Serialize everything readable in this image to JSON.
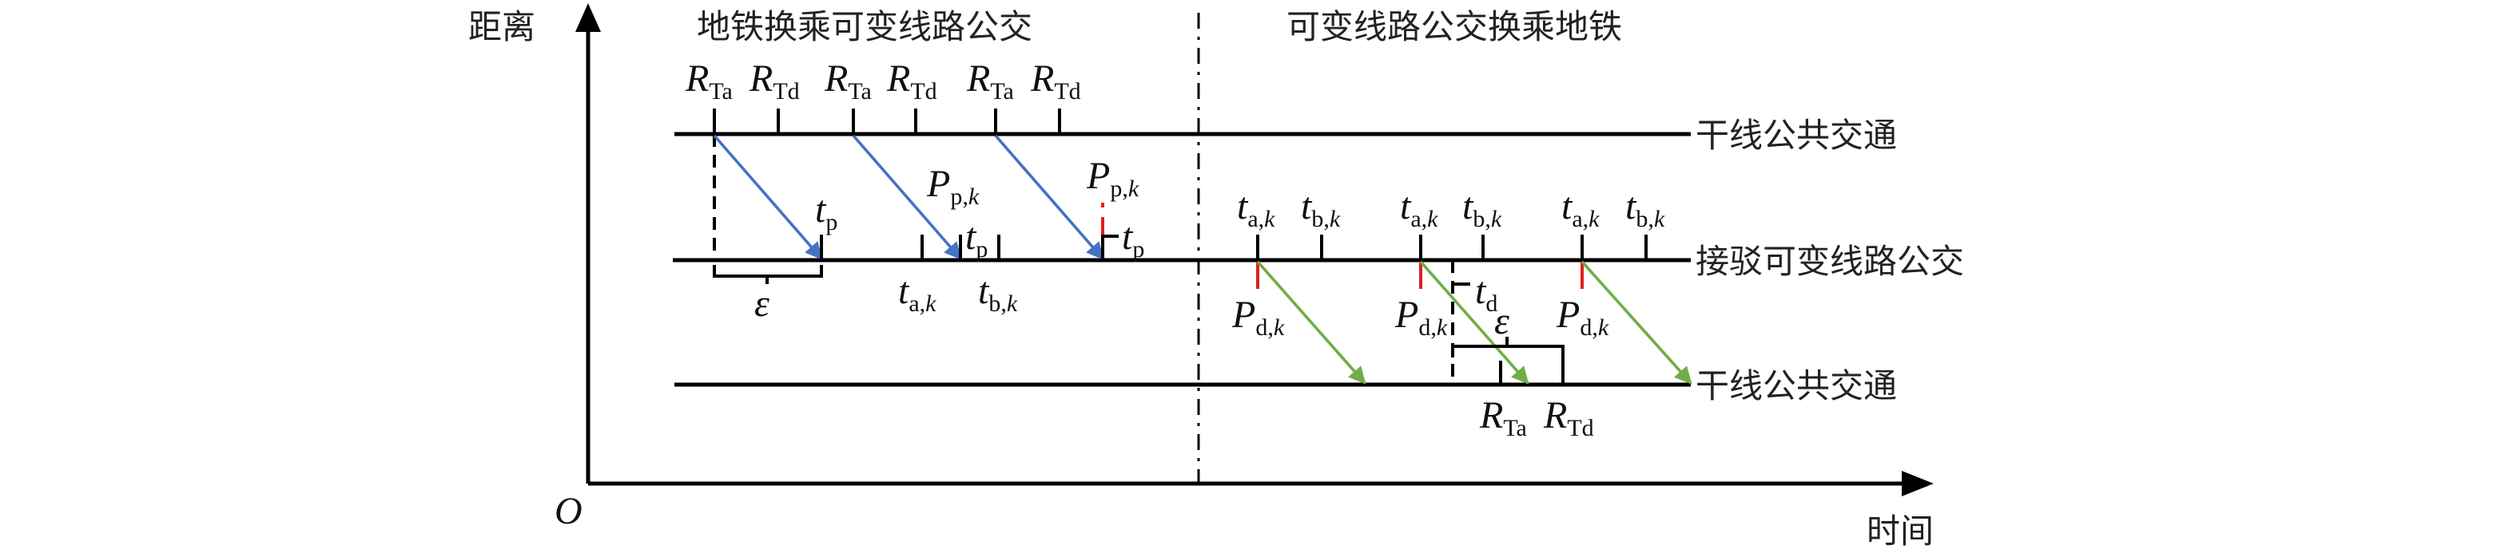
{
  "axes": {
    "y_label": "距离",
    "x_label": "时间",
    "origin": "O"
  },
  "section_titles": {
    "left": "地铁换乘可变线路公交",
    "right": "可变线路公交换乘地铁"
  },
  "line_labels": {
    "top": "干线公共交通",
    "middle": "接驳可变线路公交",
    "bottom": "干线公共交通"
  },
  "colors": {
    "boarding_arrow": "#4472c4",
    "alighting_arrow": "#70ad47",
    "passenger_mark": "#e02020",
    "line": "#000000"
  },
  "math_labels": {
    "R_Ta": {
      "main": "R",
      "sub": "Ta",
      "k": ""
    },
    "R_Td": {
      "main": "R",
      "sub": "Td",
      "k": ""
    },
    "t_p": {
      "main": "t",
      "sub": "p",
      "k": ""
    },
    "t_d": {
      "main": "t",
      "sub": "d",
      "k": ""
    },
    "t_ak": {
      "main": "t",
      "sub": "a,",
      "k": "k"
    },
    "t_bk": {
      "main": "t",
      "sub": "b,",
      "k": "k"
    },
    "P_pk": {
      "main": "P",
      "sub": "p,",
      "k": "k"
    },
    "P_dk": {
      "main": "P",
      "sub": "d,",
      "k": "k"
    },
    "epsilon": {
      "main": "ε",
      "sub": "",
      "k": ""
    }
  }
}
